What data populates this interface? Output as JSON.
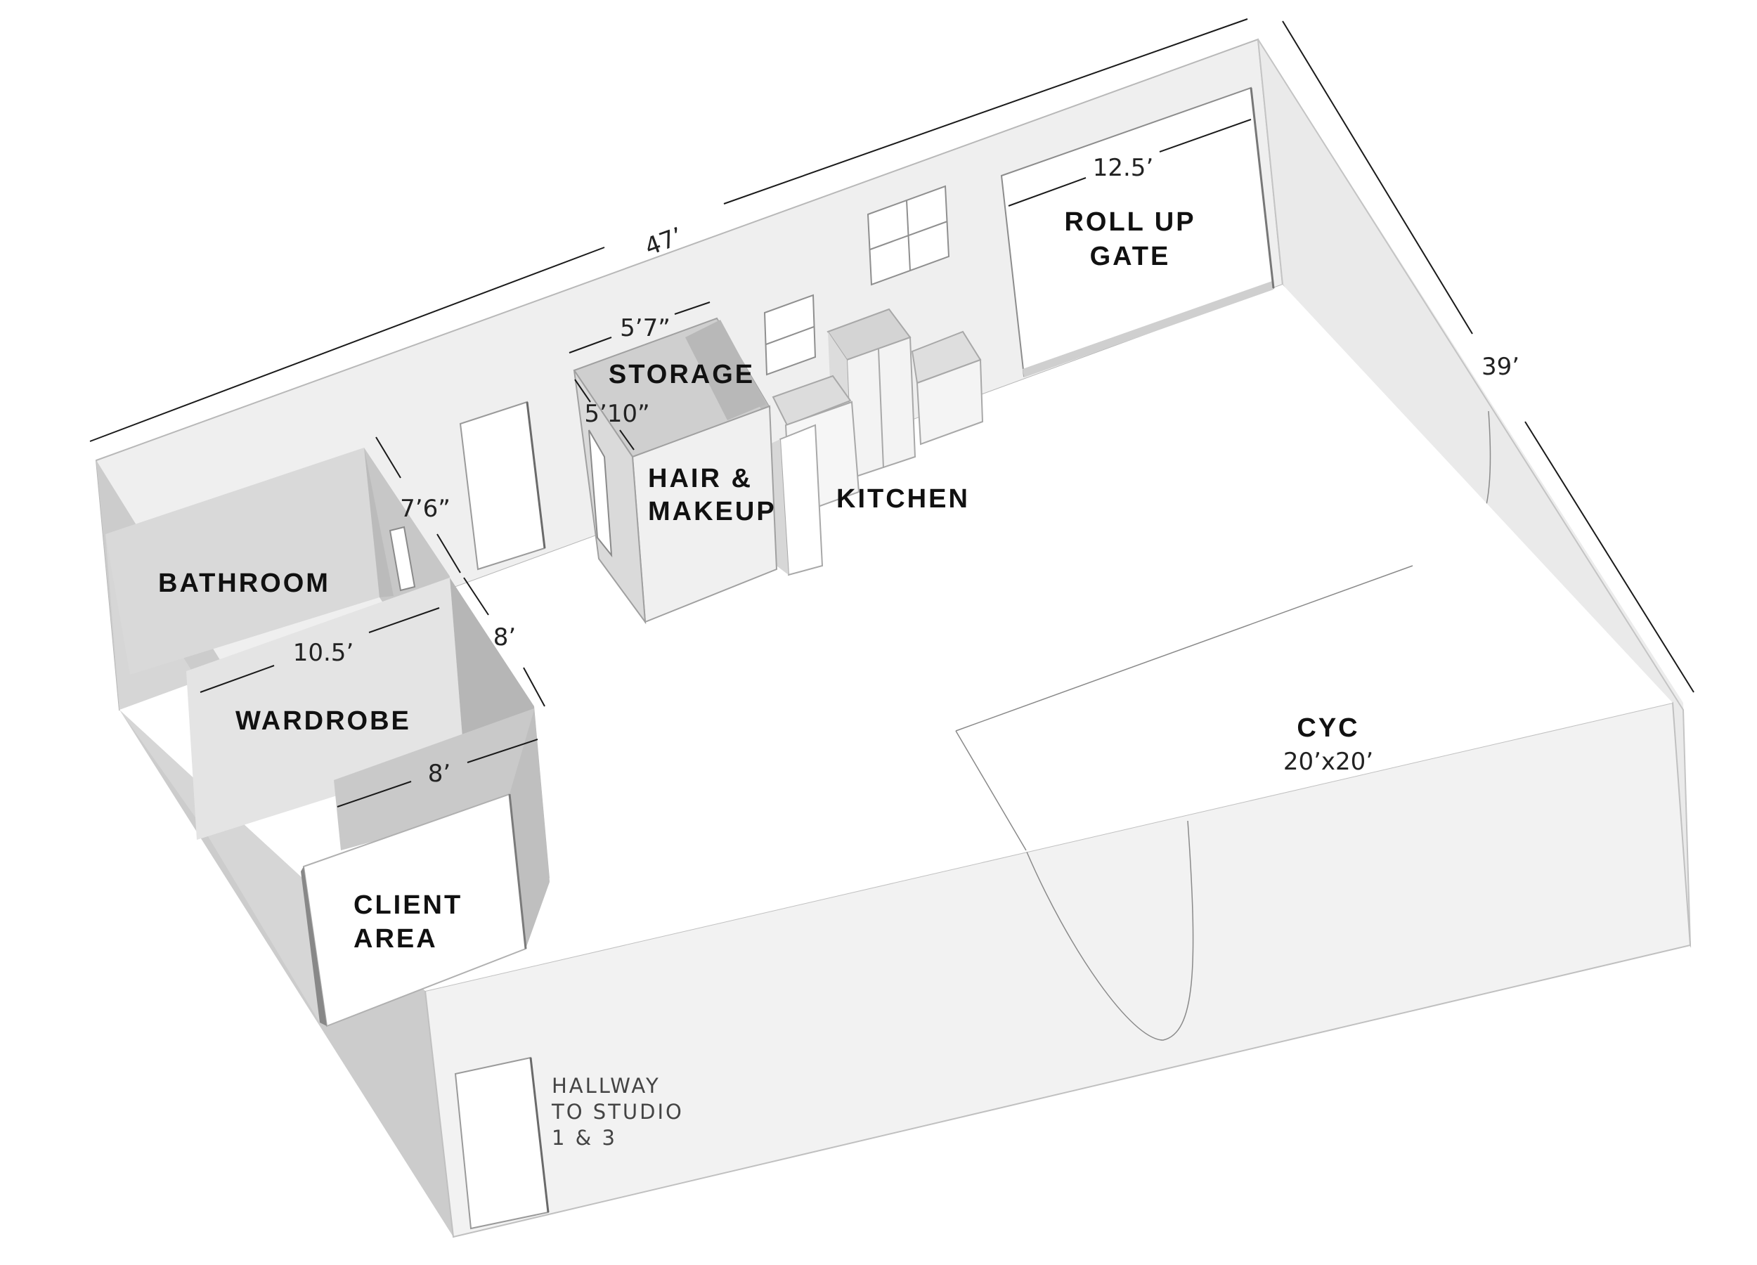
{
  "overall": {
    "length": "47’",
    "width": "39’"
  },
  "rooms": {
    "bathroom": "BATHROOM",
    "wardrobe": "WARDROBE",
    "client_area_line1": "CLIENT",
    "client_area_line2": "AREA",
    "storage": "STORAGE",
    "hair_makeup_line1": "HAIR &",
    "hair_makeup_line2": "MAKEUP",
    "kitchen": "KITCHEN",
    "roll_up_gate_line1": "ROLL UP",
    "roll_up_gate_line2": "GATE",
    "cyc": "CYC",
    "cyc_size": "20’x20’"
  },
  "dimensions": {
    "roll_up_gate_width": "12.5’",
    "storage_width": "5’7”",
    "storage_depth": "5’10”",
    "bathroom_depth": "7’6”",
    "wardrobe_width": "10.5’",
    "wardrobe_depth": "8’",
    "client_area_width": "8’"
  },
  "hallway_note": {
    "line1": "HALLWAY",
    "line2": "TO STUDIO",
    "line3": "1 & 3"
  }
}
